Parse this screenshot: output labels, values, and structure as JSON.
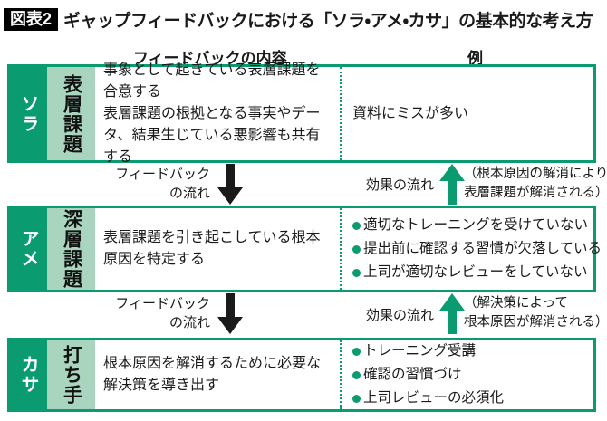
{
  "figure": {
    "badge": "図表2",
    "title": "ギャップフィードバックにおける「ソラ・アメ・カサ」の基本的な考え方"
  },
  "columns": {
    "content_header": "フィードバックの内容",
    "example_header": "例"
  },
  "rows": [
    {
      "label": "ソラ",
      "sublabel": "表層課題",
      "content": [
        "事象として起きている表層課題を合意する",
        "表層課題の根拠となる事実やデータ、結果生じている悪影響も共有する"
      ],
      "example_text": "資料にミスが多い",
      "example_bullets": []
    },
    {
      "label": "アメ",
      "sublabel": "深層課題",
      "content": [
        "表層課題を引き起こしている根本原因を特定する"
      ],
      "example_bullets": [
        "適切なトレーニングを受けていない",
        "提出前に確認する習慣が欠落している",
        "上司が適切なレビューをしていない"
      ]
    },
    {
      "label": "カサ",
      "sublabel": "打ち手",
      "content": [
        "根本原因を解消するために必要な解決策を導き出す"
      ],
      "example_bullets": [
        "トレーニング受講",
        "確認の習慣づけ",
        "上司レビューの必須化"
      ]
    }
  ],
  "flows": [
    {
      "feedback_label_line1": "フィードバック",
      "feedback_label_line2": "の流れ",
      "effect_label": "効果の流れ",
      "note_line1": "（根本原因の解消により、",
      "note_line2": "表層課題が解消される）"
    },
    {
      "feedback_label_line1": "フィードバック",
      "feedback_label_line2": "の流れ",
      "effect_label": "効果の流れ",
      "note_line1": "（解決策によって",
      "note_line2": "根本原因が解消される）"
    }
  ],
  "colors": {
    "theme_green": "#0a9b70",
    "light_green": "#a9d5bf",
    "badge_bg": "#000000"
  }
}
